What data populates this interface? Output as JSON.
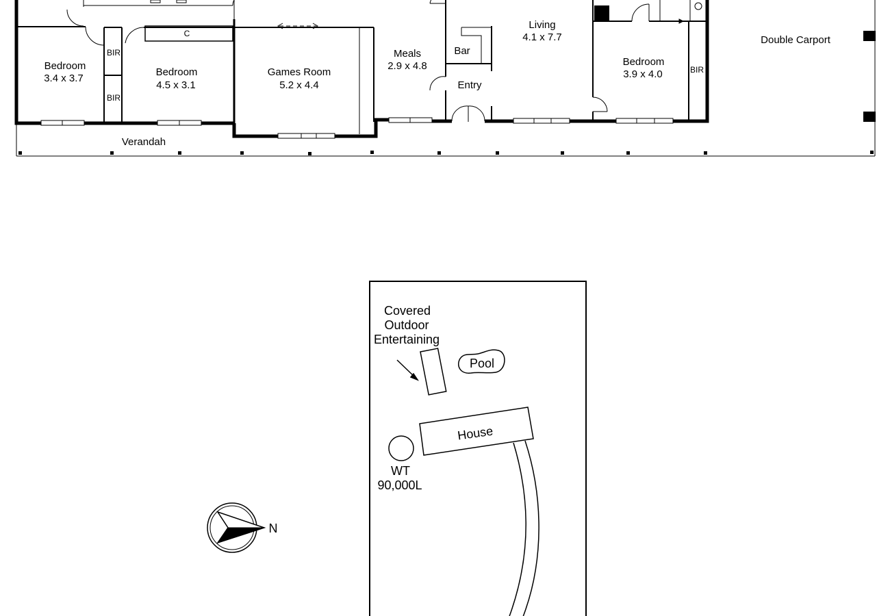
{
  "colors": {
    "line": "#000000",
    "background": "#ffffff"
  },
  "floor_plan": {
    "rooms": {
      "bedroom_1": {
        "name": "Bedroom",
        "size": "3.4 x 3.7"
      },
      "bedroom_2": {
        "name": "Bedroom",
        "size": "4.5 x 3.1"
      },
      "games_room": {
        "name": "Games Room",
        "size": "5.2 x 4.4"
      },
      "meals": {
        "name": "Meals",
        "size": "2.9 x 4.8"
      },
      "living": {
        "name": "Living",
        "size": "4.1 x 7.7"
      },
      "bedroom_3": {
        "name": "Bedroom",
        "size": "3.9 x 4.0"
      }
    },
    "bir_labels": [
      "BIR",
      "BIR",
      "BIR"
    ],
    "cupboard_label": "C",
    "bar_label": "Bar",
    "entry_label": "Entry",
    "verandah_label": "Verandah",
    "carport_label": "Double Carport"
  },
  "site_plan": {
    "covered_outdoor": [
      "Covered",
      "Outdoor",
      "Entertaining"
    ],
    "pool_label": "Pool",
    "house_label": "House",
    "water_tank": [
      "WT",
      "90,000L"
    ],
    "compass_label": "N",
    "icons": [
      "compass-icon",
      "water-tank-icon",
      "arrow-icon"
    ]
  }
}
